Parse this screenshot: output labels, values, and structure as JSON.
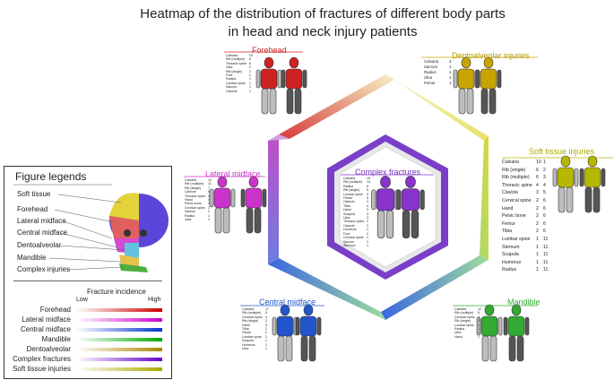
{
  "title_line1": "Heatmap of the distribution of fractures of different body parts",
  "title_line2": "in head and neck injury patients",
  "panels": {
    "forehead": {
      "title": "Forehead",
      "color": "#cc2222",
      "rows": [
        [
          "Calvaria",
          "10"
        ],
        [
          "Rib (multiple)",
          "6"
        ],
        [
          "Thoracic spine",
          "6"
        ],
        [
          "Ulna",
          "2"
        ],
        [
          "Rib (single)",
          "2"
        ],
        [
          "Foot",
          "1"
        ],
        [
          "Radius",
          "1"
        ],
        [
          "Lumbar spine",
          "1"
        ],
        [
          "Sacrum",
          "1"
        ],
        [
          "Clavicle",
          "1"
        ]
      ]
    },
    "dentoalveolar": {
      "title": "Dentoalveolar injuries",
      "color": "#c8a400",
      "rows": [
        [
          "Calvaria",
          "4"
        ],
        [
          "Sacrum",
          "1"
        ],
        [
          "Radius",
          "1"
        ],
        [
          "Ulna",
          "1"
        ],
        [
          "Femur",
          "1"
        ]
      ]
    },
    "soft_tissue": {
      "title": "Soft tissue injuries",
      "color": "#b6b800",
      "rows": [
        [
          "Calvaria",
          "10",
          "1"
        ],
        [
          "Rib (single)",
          "6",
          "2"
        ],
        [
          "Rib (multiple)",
          "6",
          "3"
        ],
        [
          "Thoracic spine",
          "4",
          "4"
        ],
        [
          "Clavicle",
          "3",
          "5"
        ],
        [
          "Cervical spine",
          "2",
          "6"
        ],
        [
          "Hand",
          "2",
          "6"
        ],
        [
          "Pelvic bone",
          "2",
          "6"
        ],
        [
          "Femur",
          "2",
          "6"
        ],
        [
          "Tibia",
          "2",
          "6"
        ],
        [
          "Lumbar spine",
          "1",
          "11"
        ],
        [
          "Sternum",
          "1",
          "11"
        ],
        [
          "Scapula",
          "1",
          "11"
        ],
        [
          "Humerus",
          "1",
          "11"
        ],
        [
          "Radius",
          "1",
          "11"
        ]
      ]
    },
    "lateral_midface": {
      "title": "Lateral midface",
      "color": "#cc33cc",
      "rows": [
        [
          "Calvaria",
          "12"
        ],
        [
          "Rib (multiple)",
          "11"
        ],
        [
          "Rib (single)",
          "7"
        ],
        [
          "Clavicle",
          "5"
        ],
        [
          "Thoracic spine",
          "4"
        ],
        [
          "Hand",
          "3"
        ],
        [
          "Pelvic bone",
          "3"
        ],
        [
          "Cervical spine",
          "2"
        ],
        [
          "Sacrum",
          "2"
        ],
        [
          "Radius",
          "1"
        ],
        [
          "Ulna",
          "1"
        ]
      ]
    },
    "complex": {
      "title": "Complex fractures",
      "color": "#8833cc",
      "rows": [
        [
          "Calvaria",
          "15"
        ],
        [
          "Rib (multiple)",
          "14"
        ],
        [
          "Radius",
          "6"
        ],
        [
          "Rib (single)",
          "5"
        ],
        [
          "Lumbar spine",
          "5"
        ],
        [
          "Femur",
          "5"
        ],
        [
          "Clavicle",
          "4"
        ],
        [
          "Tibia",
          "4"
        ],
        [
          "Hand",
          "3"
        ],
        [
          "Scapula",
          "3"
        ],
        [
          "Ulna",
          "3"
        ],
        [
          "Thoracic spine",
          "2"
        ],
        [
          "Clavicle",
          "2"
        ],
        [
          "Humerus",
          "2"
        ],
        [
          "Foot",
          "2"
        ],
        [
          "Cervical spine",
          "1"
        ],
        [
          "Sacrum",
          "1"
        ],
        [
          "Sternum",
          "1"
        ]
      ]
    },
    "central_midface": {
      "title": "Central midface",
      "color": "#2255cc",
      "rows": [
        [
          "Calvaria",
          "17"
        ],
        [
          "Rib (multiple)",
          "5"
        ],
        [
          "Cervical spine",
          "4"
        ],
        [
          "Rib (single)",
          "3"
        ],
        [
          "Hand",
          "3"
        ],
        [
          "Tibia",
          "2"
        ],
        [
          "Fibula",
          "2"
        ],
        [
          "Lumbar spine",
          "1"
        ],
        [
          "Scapula",
          "1"
        ],
        [
          "Humerus",
          "1"
        ],
        [
          "Ulna",
          "1"
        ]
      ]
    },
    "mandible": {
      "title": "Mandible",
      "color": "#33aa33",
      "rows": [
        [
          "Calvaria",
          "12"
        ],
        [
          "Rib (multiple)",
          "5"
        ],
        [
          "Cervical spine",
          "4"
        ],
        [
          "Rib (single)",
          "3"
        ],
        [
          "Lumbar spine",
          "1"
        ],
        [
          "Radius",
          "1"
        ],
        [
          "Ulna",
          "1"
        ],
        [
          "Hand",
          "1"
        ]
      ]
    }
  },
  "legend": {
    "title": "Figure legends",
    "labels": [
      "Soft tissue",
      "Forehead",
      "Lateral midface",
      "Central midface",
      "Dentoalveolar",
      "Mandible",
      "Complex injuries"
    ],
    "incidence_title": "Fracture incidence",
    "low": "Low",
    "high": "High",
    "scale": [
      {
        "label": "Forehead",
        "color": "#cc0000"
      },
      {
        "label": "Lateral midface",
        "color": "#cc00cc"
      },
      {
        "label": "Central midface",
        "color": "#0033cc"
      },
      {
        "label": "Mandible",
        "color": "#00aa00"
      },
      {
        "label": "Dentoalveolar",
        "color": "#aa8800"
      },
      {
        "label": "Complex fractures",
        "color": "#6600cc"
      },
      {
        "label": "Soft tissue injuries",
        "color": "#aaaa00"
      }
    ]
  }
}
